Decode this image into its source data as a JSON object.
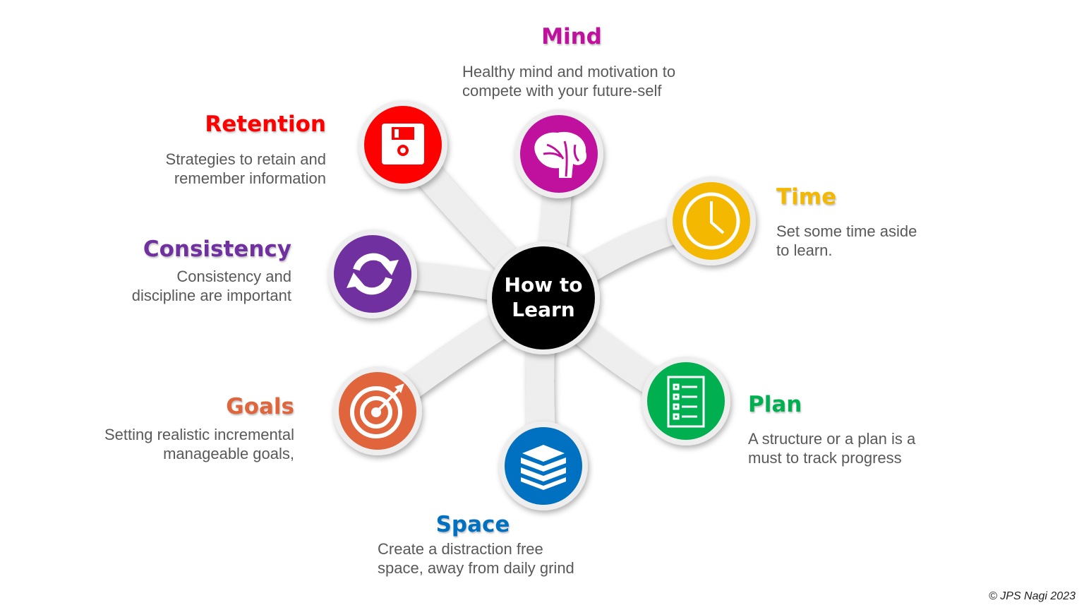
{
  "center": {
    "line1": "How to",
    "line2": "Learn"
  },
  "nodes": {
    "mind": {
      "title": "Mind",
      "desc1": "Healthy mind and motivation to",
      "desc2": "compete with your future-self",
      "color": "#c0119e",
      "icon": "brain-icon"
    },
    "retention": {
      "title": "Retention",
      "desc1": "Strategies to retain and",
      "desc2": "remember information",
      "color": "#ff0000",
      "icon": "floppy-disk-icon"
    },
    "time": {
      "title": "Time",
      "desc1": "Set some time aside",
      "desc2": "to learn.",
      "color": "#f5b800",
      "icon": "clock-icon"
    },
    "consistency": {
      "title": "Consistency",
      "desc1": "Consistency and",
      "desc2": "discipline are important",
      "color": "#7030a0",
      "icon": "refresh-icon"
    },
    "goals": {
      "title": "Goals",
      "desc1": "Setting realistic incremental",
      "desc2": "manageable goals,",
      "color": "#e0643c",
      "icon": "target-icon"
    },
    "plan": {
      "title": "Plan",
      "desc1": "A structure or a plan is a",
      "desc2": "must to track progress",
      "color": "#00b050",
      "icon": "checklist-icon"
    },
    "space": {
      "title": "Space",
      "desc1": "Create a distraction free",
      "desc2": "space, away from daily grind",
      "color": "#0070c0",
      "icon": "books-icon"
    }
  },
  "copyright": "© JPS Nagi 2023"
}
